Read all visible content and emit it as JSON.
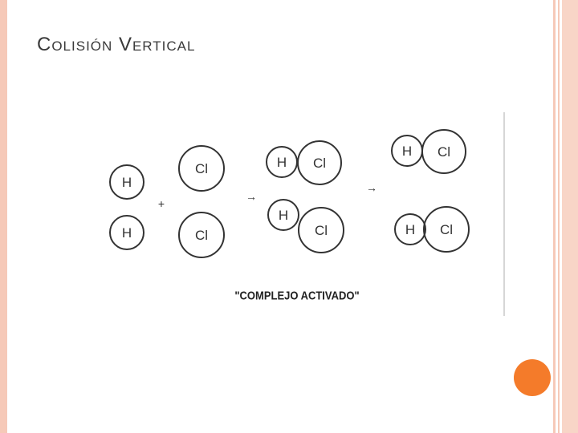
{
  "slide": {
    "title": "Colisión Vertical"
  },
  "diagram": {
    "atom_labels": {
      "h": "H",
      "cl": "Cl"
    },
    "plus_symbol": "+",
    "arrow_symbol": "→",
    "caption": "\"COMPLEJO ACTIVADO\""
  },
  "colors": {
    "frame": "#f6c9b8",
    "accent_dot": "#f47b2a",
    "circle_stroke": "#333333"
  }
}
